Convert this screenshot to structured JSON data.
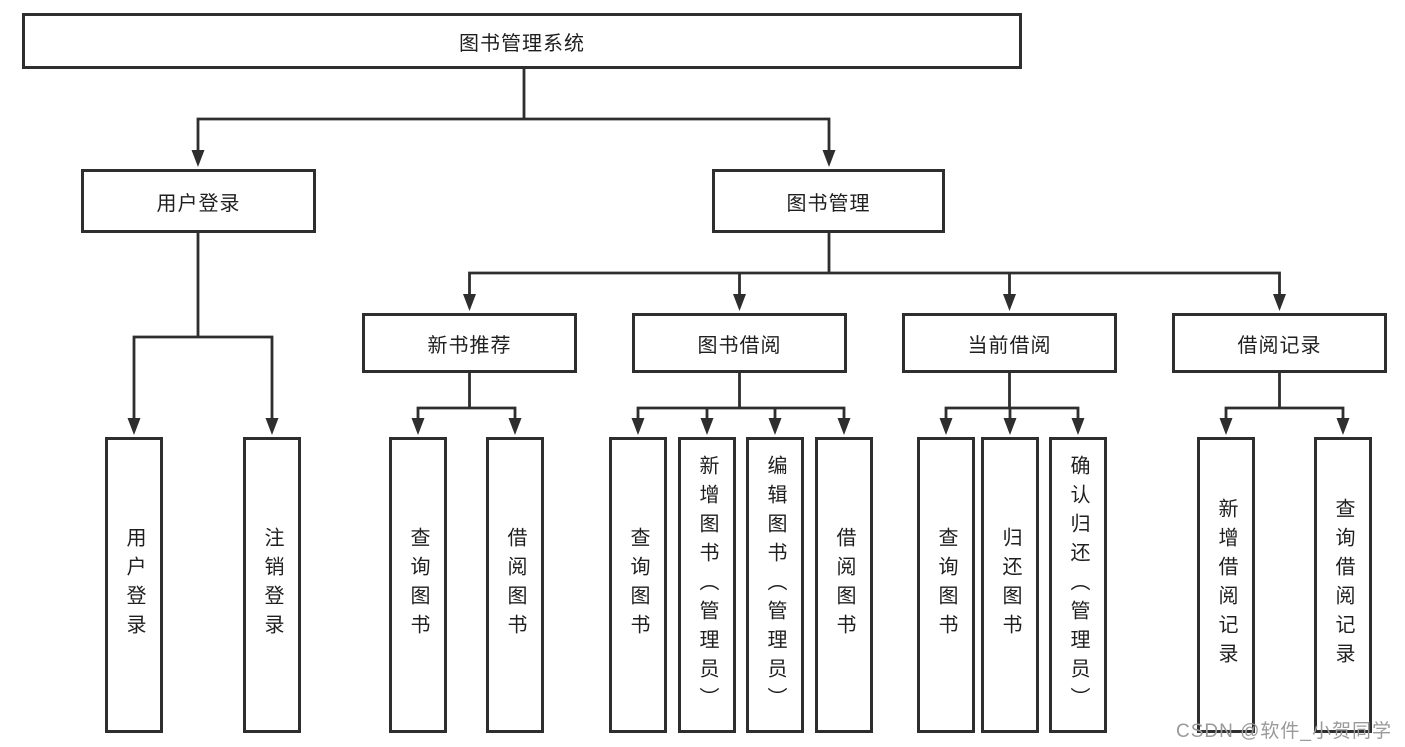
{
  "diagram_title": "图书管理系统",
  "watermark": "CSDN @软件_小贺同学",
  "colors": {
    "line": "#2e2e2e",
    "box_border": "#2e2e2e",
    "box_fill": "#ffffff",
    "text": "#1f1f1f",
    "background": "#ffffff",
    "watermark": "#9a9a9a"
  },
  "tree": {
    "label": "图书管理系统",
    "children": [
      {
        "label": "用户登录",
        "children": [
          {
            "label": "用户登录"
          },
          {
            "label": "注销登录"
          }
        ]
      },
      {
        "label": "图书管理",
        "children": [
          {
            "label": "新书推荐",
            "children": [
              {
                "label": "查询图书"
              },
              {
                "label": "借阅图书"
              }
            ]
          },
          {
            "label": "图书借阅",
            "children": [
              {
                "label": "查询图书"
              },
              {
                "label": "新增图书（管理员）"
              },
              {
                "label": "编辑图书（管理员）"
              },
              {
                "label": "借阅图书"
              }
            ]
          },
          {
            "label": "当前借阅",
            "children": [
              {
                "label": "查询图书"
              },
              {
                "label": "归还图书"
              },
              {
                "label": "确认归还（管理员）"
              }
            ]
          },
          {
            "label": "借阅记录",
            "children": [
              {
                "label": "新增借阅记录"
              },
              {
                "label": "查询借阅记录"
              }
            ]
          }
        ]
      }
    ]
  }
}
